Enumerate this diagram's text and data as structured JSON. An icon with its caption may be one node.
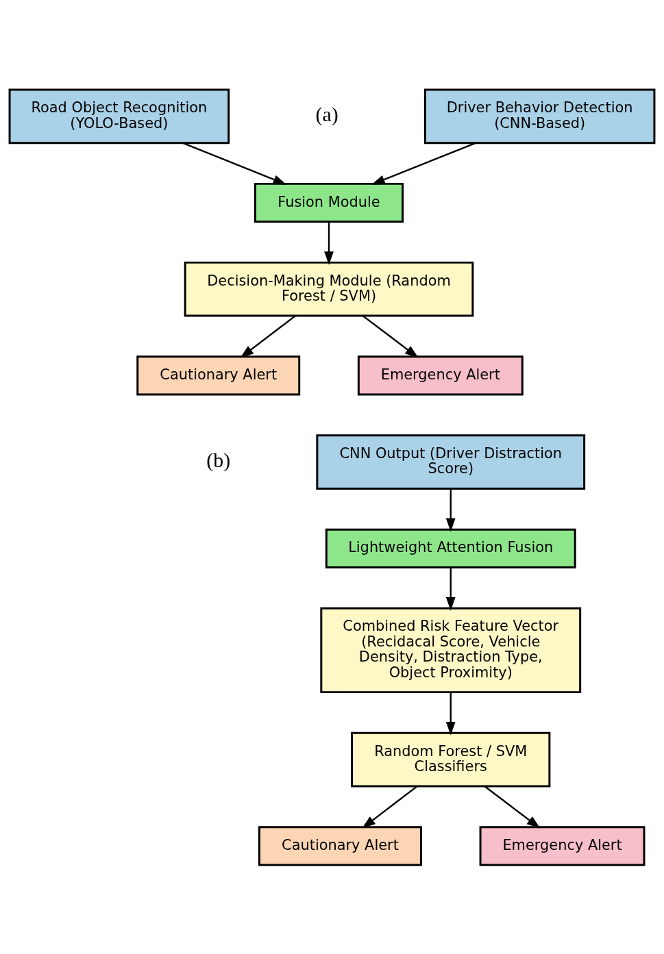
{
  "diagram": {
    "nodes": [
      {
        "text": [
          "Driver Behavior Detection (CNN-Based)"
        ]
      },
      {
        "text": [
          "Road Object Recognition (YOLO-Based)"
        ]
      },
      {
        "text": [
          "Fusion Module"
        ]
      },
      {
        "text": [
          "Decision-Making Module (Random Forest / SVM)"
        ]
      },
      {
        "text": [
          "Cautionary Alert"
        ]
      },
      {
        "text": [
          "Emergency Alert"
        ]
      },
      {
        "text": [
          "CNN Output (Driver Distraction Score)"
        ]
      },
      {
        "text": [
          "Lightweight Attention Fusion"
        ]
      },
      {
        "text": [
          "Combined Risk Feature Vector (Recidacal Score, Vehicle Density, Distraction Type, Object Proximity)"
        ]
      },
      {
        "text": [
          "Random Forest / SVM Classifiers"
        ]
      },
      {
        "text": [
          "Cautionary Alert"
        ]
      },
      {
        "text": [
          "Emergency Alert"
        ]
      }
    ],
    "edges": [
      {
        "from": 0,
        "to": 2,
        "arrow": "to"
      },
      {
        "from": 1,
        "to": 2,
        "arrow": "to"
      },
      {
        "from": 2,
        "to": 3,
        "arrow": "to"
      },
      {
        "from": 3,
        "to": 4,
        "arrow": "to"
      },
      {
        "from": 3,
        "to": 5,
        "arrow": "to"
      },
      {
        "from": 6,
        "to": 7,
        "arrow": "to"
      },
      {
        "from": 7,
        "to": 8,
        "arrow": "to"
      },
      {
        "from": 8,
        "to": 9,
        "arrow": "to"
      },
      {
        "from": 9,
        "to": 10,
        "arrow": "to"
      },
      {
        "from": 9,
        "to": 11,
        "arrow": "to"
      }
    ],
    "labels": [
      "(a)",
      "(b)"
    ]
  }
}
